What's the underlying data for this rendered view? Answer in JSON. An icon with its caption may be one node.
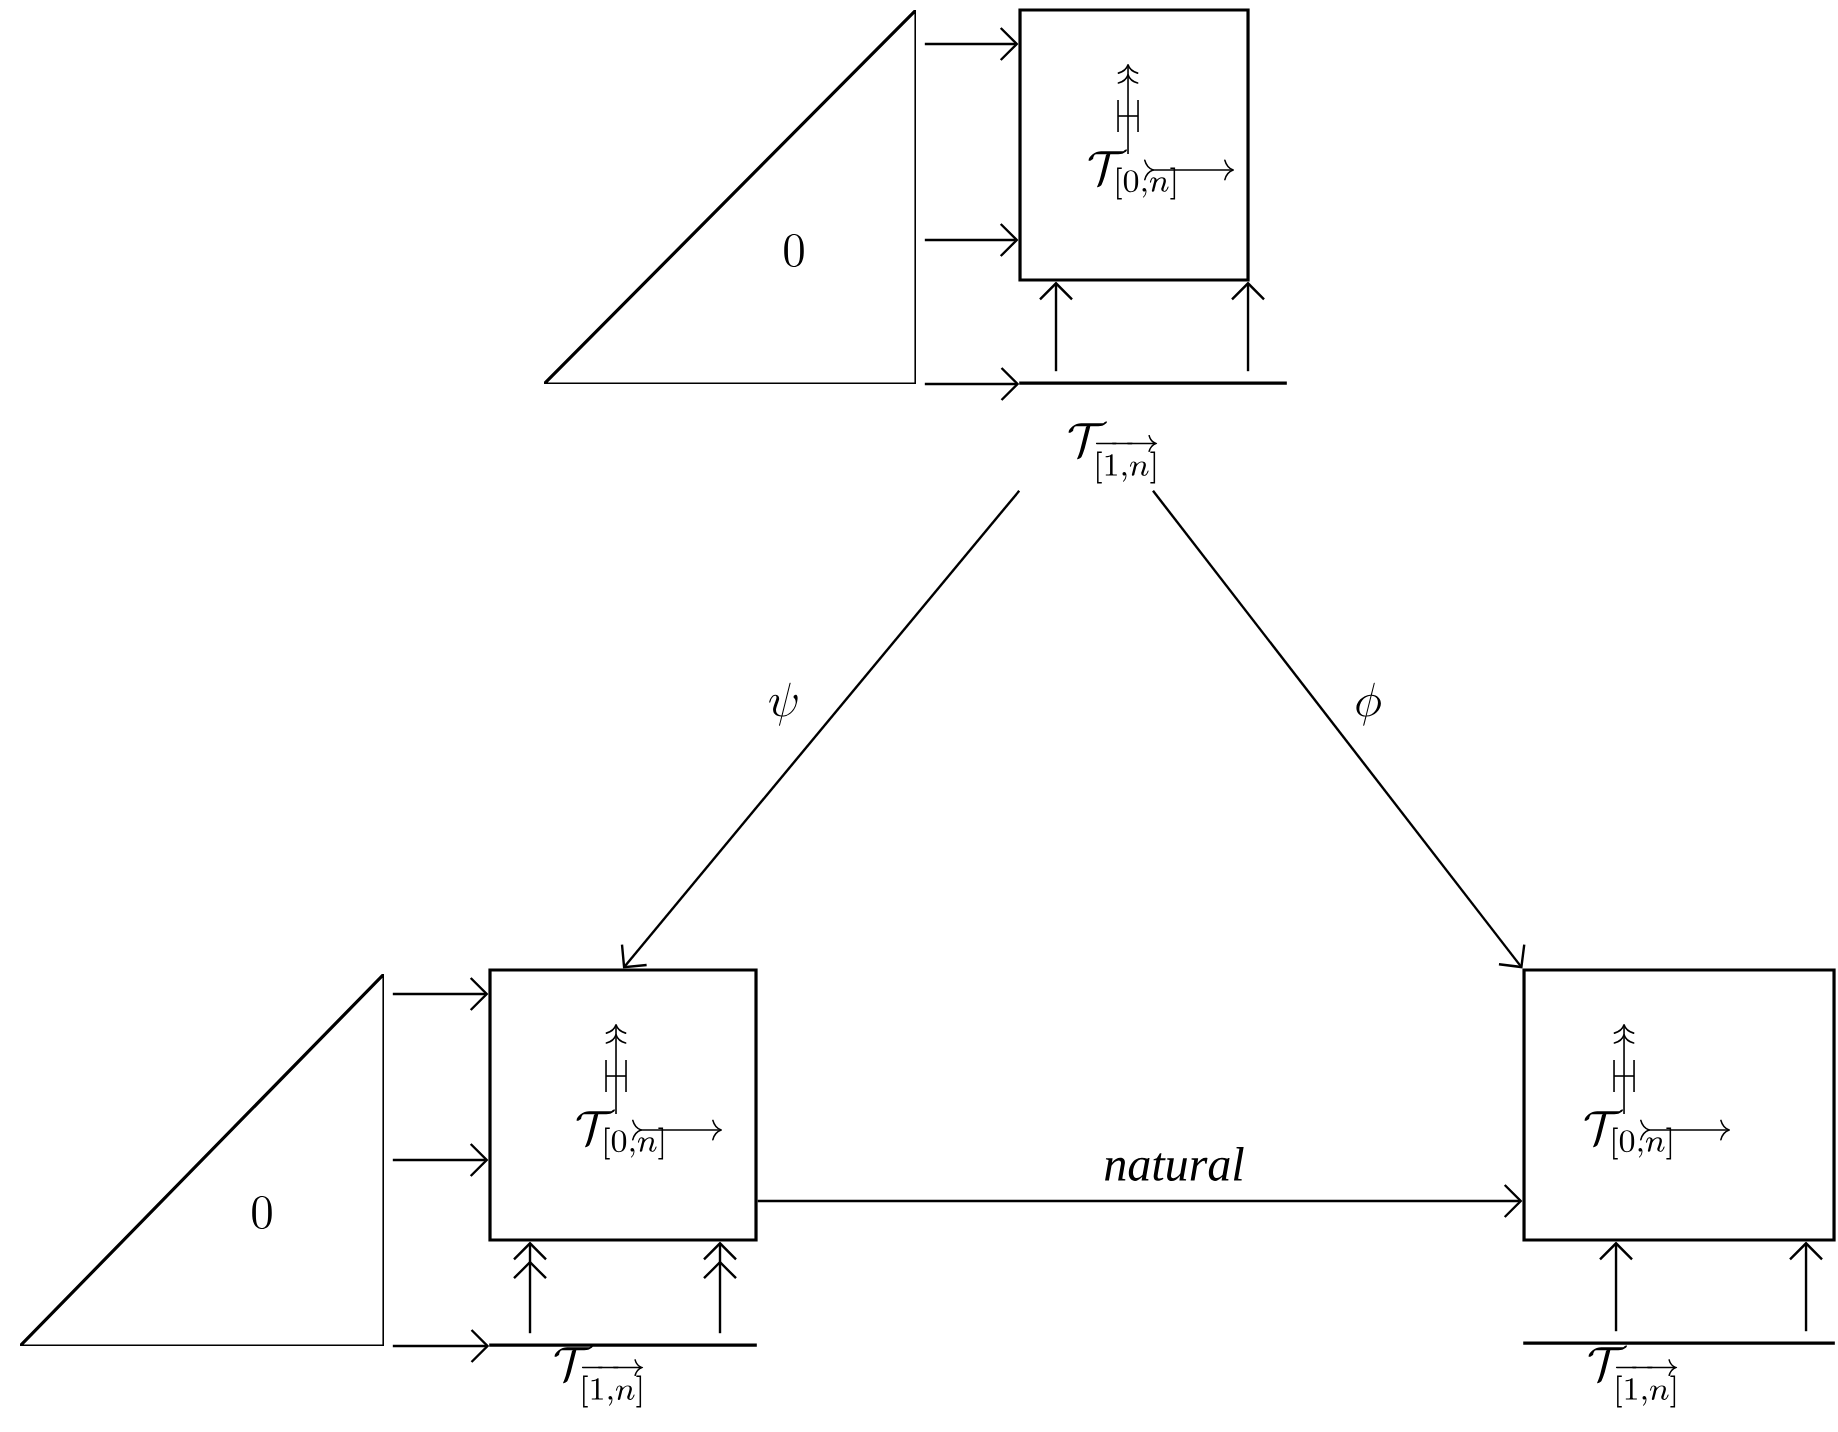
{
  "diagram": {
    "nodes": [
      {
        "text": [
          "0"
        ]
      },
      {
        "text": [
          "\\mathcal{T}_{[0,n]}"
        ]
      },
      {
        "text": [
          "\\mathcal{T}_{\\overrightarrow{[1,n]}}"
        ]
      },
      {
        "text": [
          "0"
        ]
      },
      {
        "text": [
          "\\mathcal{T}_{[0,n]}"
        ]
      },
      {
        "text": [
          "\\mathcal{T}_{\\overrightarrow{[1,n]}}"
        ]
      },
      {
        "text": [
          "\\mathcal{T}_{[0,n]}"
        ]
      },
      {
        "text": [
          "\\mathcal{T}_{\\overrightarrow{[1,n]}}"
        ]
      }
    ],
    "edges": [
      {
        "from": 0,
        "to": 1,
        "arrow": "to"
      },
      {
        "from": 0,
        "to": 1,
        "arrow": "to"
      },
      {
        "from": 0,
        "to": 2,
        "arrow": "to"
      },
      {
        "from": 2,
        "to": 1,
        "arrow": "to"
      },
      {
        "from": 2,
        "to": 1,
        "arrow": "to"
      },
      {
        "from": 3,
        "to": 4,
        "arrow": "to"
      },
      {
        "from": 3,
        "to": 4,
        "arrow": "to"
      },
      {
        "from": 3,
        "to": 5,
        "arrow": "to"
      },
      {
        "from": 5,
        "to": 4,
        "arrow": "to"
      },
      {
        "from": 5,
        "to": 4,
        "arrow": "to"
      },
      {
        "from": 7,
        "to": 6,
        "arrow": "to"
      },
      {
        "from": 7,
        "to": 6,
        "arrow": "to"
      },
      {
        "from": 2,
        "to": 4,
        "arrow": "to",
        "label": "\\psi"
      },
      {
        "from": 2,
        "to": 6,
        "arrow": "to",
        "label": "\\phi"
      },
      {
        "from": 4,
        "to": 6,
        "arrow": "to",
        "label": "natural"
      }
    ]
  }
}
